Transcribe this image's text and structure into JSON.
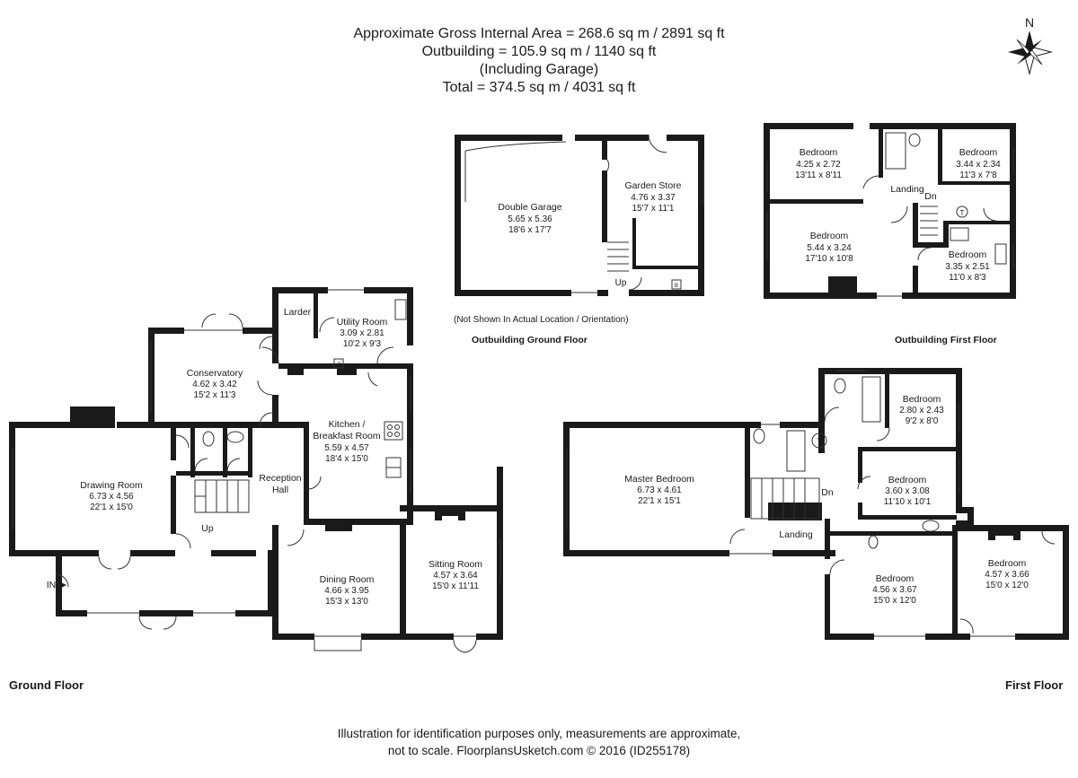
{
  "header": {
    "line1": "Approximate Gross Internal Area = 268.6 sq m / 2891 sq ft",
    "line2": "Outbuilding = 105.9 sq m / 1140 sq ft",
    "line3": "(Including Garage)",
    "line4": "Total = 374.5 sq m / 4031 sq ft"
  },
  "compass": {
    "label": "N"
  },
  "floors": {
    "ground": "Ground Floor",
    "first": "First Floor",
    "outbuilding_ground": "Outbuilding Ground Floor",
    "outbuilding_first": "Outbuilding First Floor"
  },
  "outbuilding_note": "(Not Shown In Actual Location / Orientation)",
  "rooms": {
    "double_garage": {
      "name": "Double Garage",
      "metric": "5.65 x 5.36",
      "imperial": "18'6 x 17'7"
    },
    "garden_store": {
      "name": "Garden Store",
      "metric": "4.76 x 3.37",
      "imperial": "15'7 x 11'1"
    },
    "ob_bedroom_1": {
      "name": "Bedroom",
      "metric": "4.25 x 2.72",
      "imperial": "13'11 x 8'11"
    },
    "ob_bedroom_2": {
      "name": "Bedroom",
      "metric": "3.44 x 2.34",
      "imperial": "11'3 x 7'8"
    },
    "ob_bedroom_3": {
      "name": "Bedroom",
      "metric": "5.44 x 3.24",
      "imperial": "17'10 x 10'8"
    },
    "ob_bedroom_4": {
      "name": "Bedroom",
      "metric": "3.35 x 2.51",
      "imperial": "11'0 x 8'3"
    },
    "larder": {
      "name": "Larder"
    },
    "utility_room": {
      "name": "Utility Room",
      "metric": "3.09 x 2.81",
      "imperial": "10'2 x 9'3"
    },
    "conservatory": {
      "name": "Conservatory",
      "metric": "4.62 x 3.42",
      "imperial": "15'2 x 11'3"
    },
    "kitchen": {
      "name1": "Kitchen /",
      "name2": "Breakfast Room",
      "metric": "5.59 x 4.57",
      "imperial": "18'4 x 15'0"
    },
    "drawing_room": {
      "name": "Drawing Room",
      "metric": "6.73 x 4.56",
      "imperial": "22'1 x 15'0"
    },
    "reception_hall": {
      "name1": "Reception",
      "name2": "Hall"
    },
    "dining_room": {
      "name": "Dining Room",
      "metric": "4.66 x 3.95",
      "imperial": "15'3 x 13'0"
    },
    "sitting_room": {
      "name": "Sitting Room",
      "metric": "4.57 x 3.64",
      "imperial": "15'0 x 11'11"
    },
    "master_bedroom": {
      "name": "Master Bedroom",
      "metric": "6.73 x 4.61",
      "imperial": "22'1 x 15'1"
    },
    "ff_bedroom_1": {
      "name": "Bedroom",
      "metric": "2.80 x 2.43",
      "imperial": "9'2 x 8'0"
    },
    "ff_bedroom_2": {
      "name": "Bedroom",
      "metric": "3.60 x 3.08",
      "imperial": "11'10 x 10'1"
    },
    "ff_bedroom_3": {
      "name": "Bedroom",
      "metric": "4.56 x 3.67",
      "imperial": "15'0 x 12'0"
    },
    "ff_bedroom_4": {
      "name": "Bedroom",
      "metric": "4.57 x 3.66",
      "imperial": "15'0 x 12'0"
    }
  },
  "labels": {
    "landing": "Landing",
    "dn": "Dn",
    "up": "Up",
    "in": "IN",
    "boiler": "B",
    "tank": "T"
  },
  "footer": {
    "line1": "Illustration for identification purposes only, measurements are approximate,",
    "line2": "not to scale. FloorplansUsketch.com © 2016 (ID255178)"
  }
}
